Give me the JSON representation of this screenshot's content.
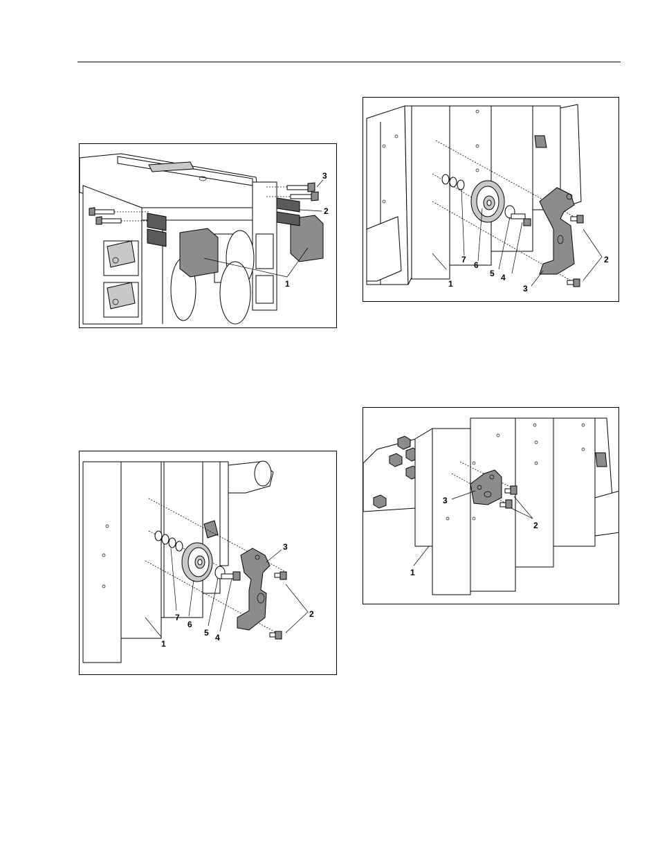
{
  "page": {
    "figures": [
      {
        "callouts": [
          "1",
          "2",
          "3"
        ]
      },
      {
        "callouts": [
          "1",
          "2",
          "3",
          "4",
          "5",
          "6",
          "7"
        ]
      },
      {
        "callouts": [
          "1",
          "2",
          "3",
          "4",
          "5",
          "6",
          "7"
        ]
      },
      {
        "callouts": [
          "1",
          "2",
          "3"
        ]
      }
    ]
  },
  "colors": {
    "line": "#000000",
    "part_fill": "#8c8c8c",
    "background": "#ffffff"
  }
}
